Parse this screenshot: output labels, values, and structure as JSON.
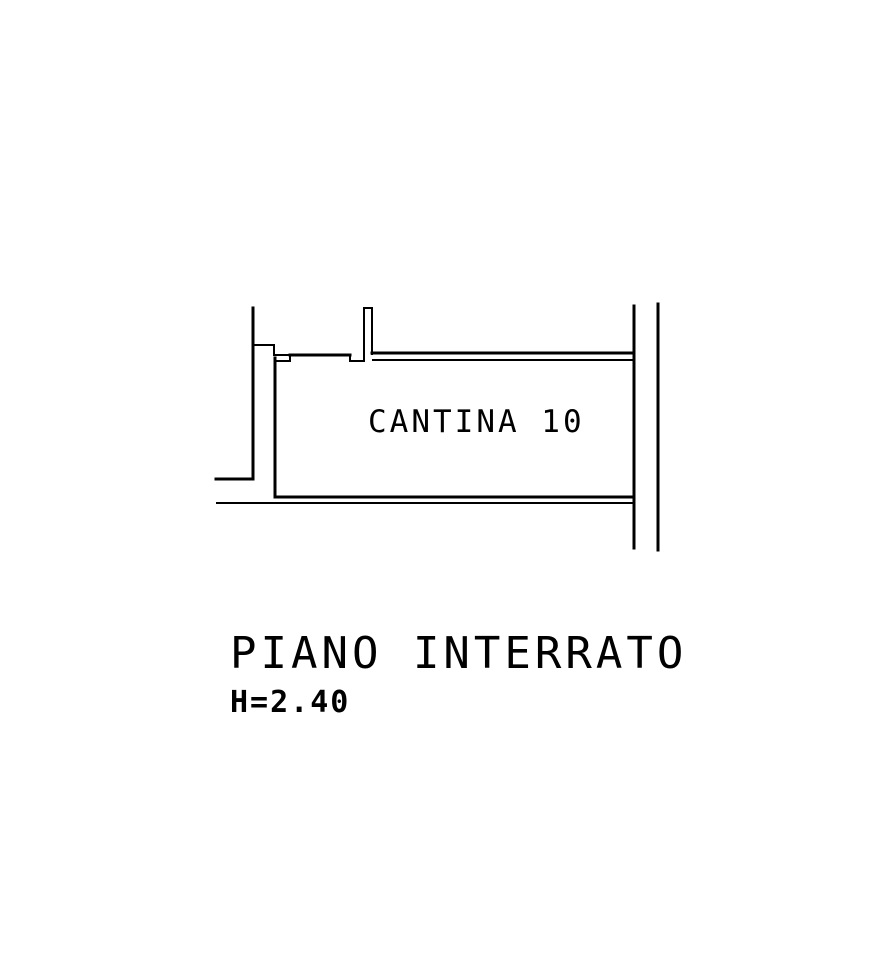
{
  "room": {
    "label": "CANTINA 10"
  },
  "floor": {
    "name": "PIANO INTERRATO",
    "height": "H=2.40"
  },
  "colors": {
    "ink": "#000000",
    "paper": "#ffffff"
  }
}
